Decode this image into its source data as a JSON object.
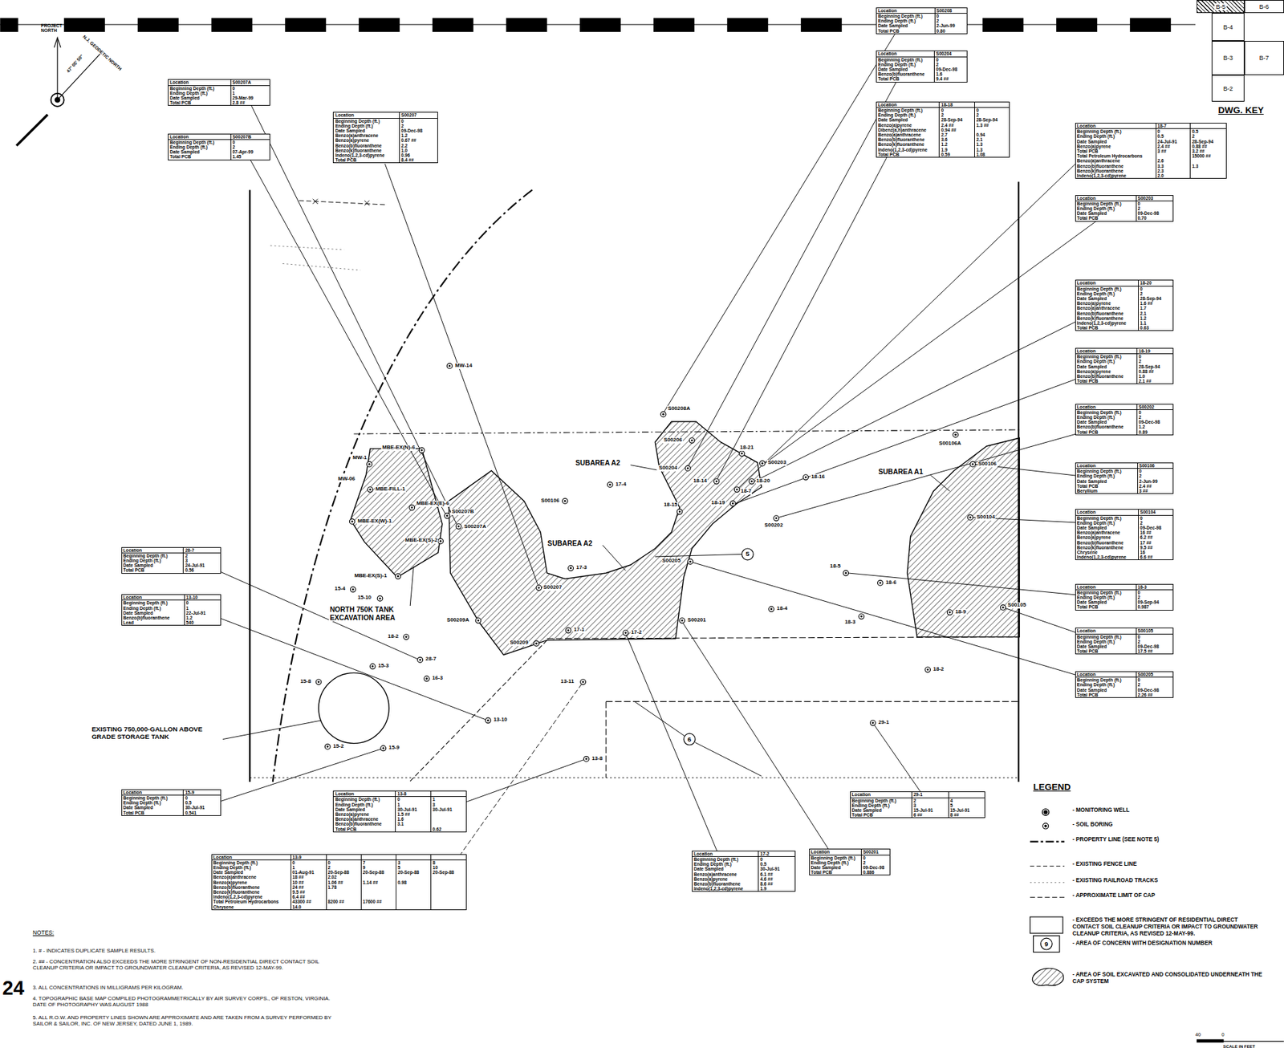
{
  "diagram": {
    "nodes": [
      {
        "text": [
          "Location",
          "S00208",
          "Beginning Depth (ft.)",
          "0",
          "Ending Depth (ft.)",
          "2",
          "Date Sampled",
          "2-Jun-99",
          "Total PCB",
          "0.80"
        ]
      },
      {
        "text": [
          "B-5"
        ]
      },
      {
        "text": [
          "B-6"
        ]
      },
      {
        "text": [
          "B-4"
        ]
      },
      {
        "text": [
          "B-3"
        ]
      },
      {
        "text": [
          "B-7"
        ]
      },
      {
        "text": [
          "B-2"
        ]
      },
      {
        "text": [
          "Location",
          "S00204",
          "Beginning Depth (ft.)",
          "0",
          "Ending Depth (ft.)",
          "2",
          "Date Sampled",
          "09-Dec-98",
          "Benzo(b)fluoranthene",
          "1.6",
          "Total PCB",
          "9.4 ##"
        ]
      },
      {
        "text": [
          "Location",
          "S00207A",
          "Beginning Depth (ft.)",
          "0",
          "Ending Depth (ft.)",
          "1",
          "Date Sampled",
          "29-Mar-99",
          "Total PCB",
          "2.8 ##"
        ]
      },
      {
        "text": [
          "Location",
          "S00207",
          "Beginning Depth (ft.)",
          "0",
          "Ending Depth (ft.)",
          "2",
          "Date Sampled",
          "09-Dec-98",
          "Benzo(a)anthracene",
          "1.2",
          "Benzo(a)pyrene",
          "0.67 ##",
          "Benzo(b)fluoranthene",
          "2.2",
          "Benzo(k)fluoranthene",
          "1.0",
          "Indeno(1,2,3-cd)pyrene",
          "0.96",
          "Total PCB",
          "8.4 ##"
        ]
      },
      {
        "text": [
          "Location",
          "18-18",
          "Beginning Depth (ft.)",
          "0",
          "0",
          "Ending Depth (ft.)",
          "2",
          "2",
          "Date Sampled",
          "28-Sep-94",
          "28-Sep-94",
          "Benzo(a)pyrene",
          "2.4 ##",
          "1.3 ##",
          "Dibenz(a,h)anthracene",
          "0.94 ##",
          "Benzo(a)anthracene",
          "2.7",
          "0.94",
          "Benzo(b)fluoranthene",
          "3.6",
          "2.1",
          "Benzo(k)fluoranthene",
          "1.2",
          "1.3",
          "Indeno(1,2,3-cd)pyrene",
          "1.9",
          "1.3",
          "Total PCB",
          "0.59",
          "1.08"
        ]
      },
      {
        "text": [
          "Location",
          "S00207B",
          "Beginning Depth (ft.)",
          "0",
          "Ending Depth (ft.)",
          "2",
          "Date Sampled",
          "07-Apr-99",
          "Total PCB",
          "1.45"
        ]
      },
      {
        "text": [
          "Location",
          "18-7",
          "Beginning Depth (ft.)",
          "0",
          "0.5",
          "Ending Depth (ft.)",
          "0.5",
          "2",
          "Date Sampled",
          "24-Jul-91",
          "28-Sep-94",
          "Benzo(a)pyrene",
          "2.4 ##",
          "0.88 ##",
          "Total PCB",
          "3 ##",
          "3.2 ##",
          "Total Petroleum Hydrocarbons",
          "15000 ##",
          "Benzo(a)anthracene",
          "2.6",
          "Benzo(b)fluoranthene",
          "3.3",
          "1.3",
          "Benzo(k)fluoranthene",
          "2.3",
          "Indeno(1,2,3-cd)pyrene",
          "2.0"
        ]
      },
      {
        "text": [
          "Location",
          "S00203",
          "Beginning Depth (ft.)",
          "0",
          "Ending Depth (ft.)",
          "2",
          "Date Sampled",
          "09-Dec-98",
          "Total PCB",
          "0.70"
        ]
      },
      {
        "text": [
          "Location",
          "18-20",
          "Beginning Depth (ft.)",
          "0",
          "Ending Depth (ft.)",
          "2",
          "Date Sampled",
          "28-Sep-94",
          "Benzo(a)pyrene",
          "1.6 ##",
          "Benzo(a)anthracene",
          "1.7",
          "Benzo(b)fluoranthene",
          "2.1",
          "Benzo(k)fluoranthene",
          "1.2",
          "Indeno(1,2,3-cd)pyrene",
          "1.1",
          "Total PCB",
          "0.63"
        ]
      },
      {
        "text": [
          "Location",
          "18-19",
          "Beginning Depth (ft.)",
          "0",
          "Ending Depth (ft.)",
          "2",
          "Date Sampled",
          "28-Sep-94",
          "Benzo(a)pyrene",
          "0.88 ##",
          "Benzo(b)fluoranthene",
          "1.0",
          "Total PCB",
          "2.1 ##"
        ]
      },
      {
        "text": [
          "Location",
          "S00202",
          "Beginning Depth (ft.)",
          "0",
          "Ending Depth (ft.)",
          "2",
          "Date Sampled",
          "09-Dec-98",
          "Benzo(b)fluoranthene",
          "1.2",
          "Total PCB",
          "0.89"
        ]
      },
      {
        "text": [
          "Location",
          "S00106",
          "Beginning Depth (ft.)",
          "0",
          "Ending Depth (ft.)",
          "2",
          "Date Sampled",
          "2-Jun-99",
          "Total PCB",
          "2.4 ##",
          "Beryllium",
          "3 ##"
        ]
      },
      {
        "text": [
          "Location",
          "S00104",
          "Beginning Depth (ft.)",
          "0",
          "Ending Depth (ft.)",
          "2",
          "Date Sampled",
          "09-Dec-98",
          "Benzo(a)anthracene",
          "16 ##",
          "Benzo(a)pyrene",
          "6.2 ##",
          "Benzo(b)fluoranthene",
          "17 ##",
          "Benzo(k)fluoranthene",
          "9.5 ##",
          "Chrysene",
          "16",
          "Indeno(1,2,3-cd)pyrene",
          "6.6 ##"
        ]
      },
      {
        "text": [
          "Location",
          "28-7",
          "Beginning Depth (ft.)",
          "2",
          "Ending Depth (ft.)",
          "3",
          "Date Sampled",
          "24-Jul-91",
          "Total PCB",
          "0.56"
        ]
      },
      {
        "text": [
          "Location",
          "18-3",
          "Beginning Depth (ft.)",
          "0",
          "Ending Depth (ft.)",
          "2",
          "Date Sampled",
          "09-Sep-94",
          "Total PCB",
          "0.987"
        ]
      },
      {
        "text": [
          "Location",
          "13-10",
          "Beginning Depth (ft.)",
          "0",
          "Ending Depth (ft.)",
          "1",
          "Date Sampled",
          "22-Jul-91",
          "Benzo(b)fluoranthene",
          "1.2",
          "Lead",
          "540"
        ]
      },
      {
        "text": [
          "Location",
          "S00105",
          "Beginning Depth (ft.)",
          "0",
          "Ending Depth (ft.)",
          "2",
          "Date Sampled",
          "09-Dec-98",
          "Total PCB",
          "17.5 ##"
        ]
      },
      {
        "text": [
          "Location",
          "S00205",
          "Beginning Depth (ft.)",
          "0",
          "Ending Depth (ft.)",
          "2",
          "Date Sampled",
          "09-Dec-98",
          "Total PCB",
          "2.26 ##"
        ]
      },
      {
        "text": [
          "Location",
          "15-9",
          "Beginning Depth (ft.)",
          "0",
          "Ending Depth (ft.)",
          "0.5",
          "Date Sampled",
          "30-Jul-91",
          "Total PCB",
          "0.541"
        ]
      },
      {
        "text": [
          "Location",
          "13-8",
          "Beginning Depth (ft.)",
          "0",
          "1",
          "Ending Depth (ft.)",
          "1",
          "3",
          "Date Sampled",
          "30-Jul-91",
          "30-Jul-91",
          "Benzo(a)pyrene",
          "1.5 ##",
          "Benzo(a)anthracene",
          "1.6",
          "Benzo(b)fluoranthene",
          "3.1",
          "Total PCB",
          "0.62"
        ]
      },
      {
        "text": [
          "Location",
          "29-1",
          "Beginning Depth (ft.)",
          "2",
          "4",
          "Ending Depth (ft.)",
          "3",
          "5",
          "Date Sampled",
          "15-Jul-91",
          "15-Jul-91",
          "Total PCB",
          "6 ##",
          "8 ##"
        ]
      },
      {
        "text": [
          "Location",
          "13-9",
          "Beginning Depth (ft.)",
          "0",
          "0",
          "7",
          "3",
          "8",
          "Ending Depth (ft.)",
          "1",
          "2",
          "9",
          "5",
          "10",
          "Date Sampled",
          "01-Aug-91",
          "20-Sep-88",
          "20-Sep-88",
          "20-Sep-88",
          "20-Sep-88",
          "Benzo(a)anthracene",
          "18 ##",
          "2.02",
          "Benzo(a)pyrene",
          "10 ##",
          "1.06 ##",
          "1.14 ##",
          "0.98",
          "Benzo(b)fluoranthene",
          "24 ##",
          "1.78",
          "Benzo(k)fluoranthene",
          "9.5 ##",
          "Indeno(1,2,3-cd)pyrene",
          "6.4 ##",
          "Total Petroleum Hydrocarbons",
          "43300 ##",
          "8200 ##",
          "17600 ##",
          "Chrysene",
          "14.0"
        ]
      },
      {
        "text": [
          "Location",
          "S00201",
          "Beginning Depth (ft.)",
          "0",
          "Ending Depth (ft.)",
          "2",
          "Date Sampled",
          "09-Dec-98",
          "Total PCB",
          "0.886"
        ]
      },
      {
        "text": [
          "Location",
          "17-2",
          "Beginning Depth (ft.)",
          "0",
          "Ending Depth (ft.)",
          "0.5",
          "Date Sampled",
          "30-Jul-91",
          "Benzo(a)anthracene",
          "6.1 ##",
          "Benzo(a)pyrene",
          "4.6 ##",
          "Benzo(b)fluoranthene",
          "8.6 ##",
          "Indeno(1,2,3-cd)pyrene",
          "1.9"
        ]
      }
    ],
    "labels": [
      "PROJECT NORTH",
      "N.J. GEODETIC NORTH",
      "47° 05' 50\"",
      "DWG. KEY",
      "MW-14",
      "S00208A",
      "S00206",
      "S00204",
      "18-21",
      "S00203",
      "18-16",
      "18-14",
      "18-20",
      "18-7",
      "18-19",
      "18-15",
      "S00202",
      "S00106A",
      "S00106",
      "S00104",
      "SUBAREA A1",
      "SUBAREA A2",
      "SUBAREA A2",
      "17-4",
      "S00106",
      "MW-1",
      "MW-06",
      "MBE-EX(N)-6",
      "MBE-FILL-1",
      "MBE-EX(E)-6",
      "MBE-EX(W)-1",
      "MBE-EX(S)-2",
      "MBE-EX(S)-1",
      "S00207B",
      "S00207A",
      "15-4",
      "15-10",
      "NORTH 750K TANK EXCAVATION AREA",
      "S00205",
      "17-3",
      "S00207",
      "18-5",
      "18-6",
      "18-4",
      "18-3",
      "18-9",
      "S00105",
      "18-2",
      "28-7",
      "15-3",
      "16-3",
      "15-8",
      "13-10",
      "15-2",
      "15-9",
      "S00209A",
      "S00209",
      "17-1",
      "17-2",
      "S00201",
      "13-11",
      "13-8",
      "18-2",
      "29-1",
      "EXISTING 750,000-GALLON ABOVE GRADE STORAGE TANK",
      "5",
      "6",
      "LEGEND",
      "9",
      "NOTES:",
      "1. # - INDICATES DUPLICATE SAMPLE RESULTS.",
      "2. ## - CONCENTRATION ALSO EXCEEDS THE MORE STRINGENT OF NON-RESIDENTIAL DIRECT CONTACT SOIL CLEANUP CRITERIA OR IMPACT TO GROUNDWATER CLEANUP CRITERIA, AS REVISED 12-MAY-99.",
      "3. ALL CONCENTRATIONS IN MILLIGRAMS PER KILOGRAM.",
      "4. TOPOGRAPHIC BASE MAP COMPILED PHOTOGRAMMETRICALLY BY AIR SURVEY CORPS., OF RESTON, VIRGINIA. DATE OF PHOTOGRAPHY WAS AUGUST 1988",
      "5. ALL R.O.W. AND PROPERTY LINES SHOWN ARE APPROXIMATE AND ARE TAKEN FROM A SURVEY PERFORMED BY SAILOR & SAILOR, INC. OF NEW JERSEY, DATED JUNE 1, 1989.",
      "24",
      "40",
      "0",
      "SCALE IN FEET"
    ],
    "legend": [
      {
        "text": "- MONITORING WELL"
      },
      {
        "text": "- SOIL BORING"
      },
      {
        "text": "- PROPERTY LINE (SEE NOTE 5)"
      },
      {
        "text": "- EXISTING FENCE LINE"
      },
      {
        "text": "- EXISTING RAILROAD TRACKS"
      },
      {
        "text": "- APPROXIMATE LIMIT OF CAP"
      },
      {
        "text": "- EXCEEDS THE MORE STRINGENT OF RESIDENTIAL DIRECT CONTACT SOIL CLEANUP CRITERIA OR IMPACT TO GROUNDWATER CLEANUP CRITERIA, AS REVISED 12-MAY-99."
      },
      {
        "text": "- AREA OF CONCERN WITH DESIGNATION NUMBER"
      },
      {
        "text": "- AREA OF SOIL EXCAVATED AND CONSOLIDATED UNDERNEATH THE CAP SYSTEM"
      }
    ]
  }
}
